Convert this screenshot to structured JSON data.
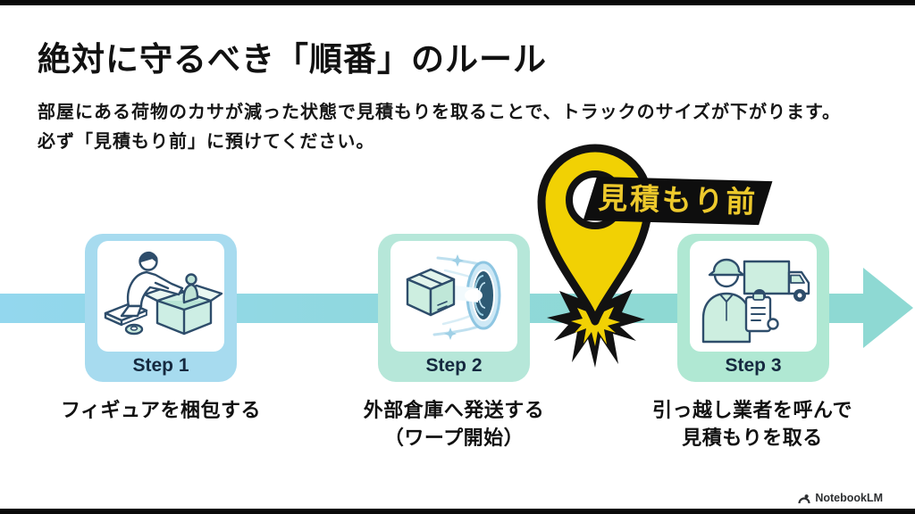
{
  "header": {
    "title": "絶対に守るべき「順番」のルール",
    "body_line1": "部屋にある荷物のカサが減った状態で見積もりを取ることで、トラックのサイズが下がります。",
    "body_line2": "必ず「見積もり前」に預けてください。"
  },
  "marker": {
    "label": "見積もり前"
  },
  "steps": [
    {
      "label": "Step 1",
      "icon": "packing-figure-icon",
      "caption_lines": [
        "フィギュアを梱包する",
        ""
      ]
    },
    {
      "label": "Step 2",
      "icon": "warp-shipping-icon",
      "caption_lines": [
        "外部倉庫へ発送する",
        "（ワープ開始）"
      ]
    },
    {
      "label": "Step 3",
      "icon": "mover-estimate-icon",
      "caption_lines": [
        "引っ越し業者を呼んで",
        "見積もりを取る"
      ]
    }
  ],
  "footer": {
    "brand": "NotebookLM"
  },
  "colors": {
    "arrow-start": "#93d7ee",
    "arrow-end": "#8ed9d3",
    "card1-border": "#a7dbef",
    "card2-border": "#b6e7d9",
    "card3-border": "#b0e8d3",
    "step-label-text": "#15293f",
    "pin-yellow": "#f1d104",
    "pin-outline": "#121212",
    "marker-label-bg": "#0e0e0e",
    "marker-label-text": "#edc92c"
  }
}
